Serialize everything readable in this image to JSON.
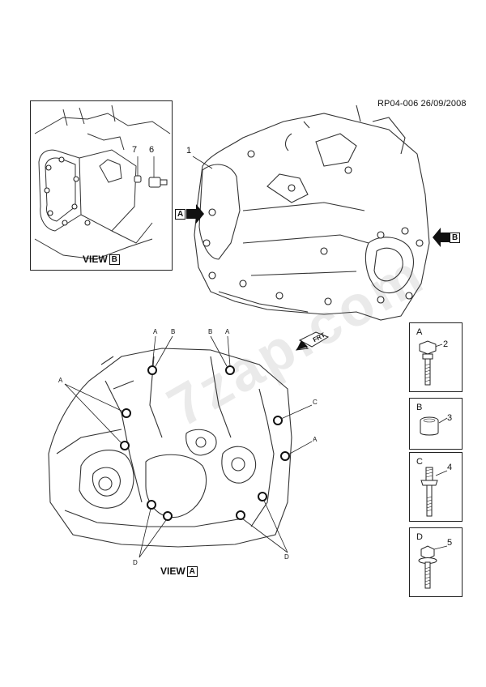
{
  "reference": "RP04-006 26/09/2008",
  "inset_view_b": {
    "callouts": [
      "7",
      "6"
    ],
    "view_word": "VIEW",
    "view_letter": "B"
  },
  "main_view": {
    "callout": "1",
    "arrow_a": "A",
    "arrow_b": "B",
    "front_marker": "FRT"
  },
  "view_a": {
    "view_word": "VIEW",
    "view_letter": "A",
    "labels": {
      "top_a1": "A",
      "top_b1": "B",
      "top_b2": "B",
      "top_a2": "A",
      "left_a": "A",
      "right_c": "C",
      "right_a": "A",
      "bottom_d1": "D",
      "bottom_d2": "D"
    }
  },
  "legend": [
    {
      "letter": "A",
      "number": "2",
      "icon": "bolt-icon"
    },
    {
      "letter": "B",
      "number": "3",
      "icon": "bushing-icon"
    },
    {
      "letter": "C",
      "number": "4",
      "icon": "stud-bolt-icon"
    },
    {
      "letter": "D",
      "number": "5",
      "icon": "flange-bolt-icon"
    }
  ],
  "watermark": "7zap.com"
}
